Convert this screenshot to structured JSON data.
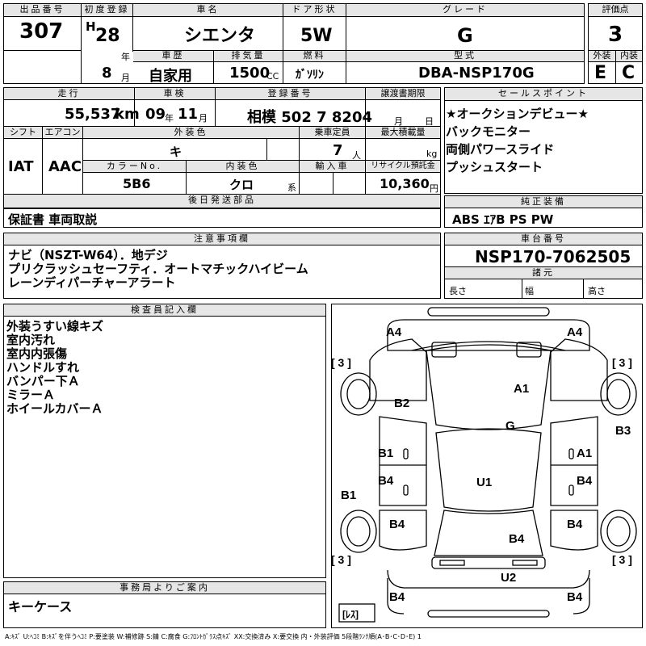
{
  "top": {
    "lot_label": "出品番号",
    "lot": "307",
    "first_reg_label": "初度登録",
    "era": "H",
    "year": "28",
    "year_unit": "年",
    "month": "8",
    "month_unit": "月",
    "car_name_label": "車名",
    "car_name": "シエンタ",
    "door_label": "ドア形状",
    "door": "5W",
    "grade_label": "グレード",
    "grade": "G",
    "score_label": "評価点",
    "score": "3",
    "history_label": "車歴",
    "history": "自家用",
    "displacement_label": "排気量",
    "displacement": "1500",
    "displacement_unit": "CC",
    "fuel_label": "燃料",
    "fuel": "ｶﾞｿﾘﾝ",
    "model_label": "型式",
    "model": "DBA-NSP170G",
    "exterior_label": "外装",
    "exterior": "E",
    "interior_label": "内装",
    "interior": "C"
  },
  "mid": {
    "mileage_label": "走行",
    "mileage": "55,537",
    "mileage_unit": "km",
    "inspection_label": "車検",
    "insp_year": "09",
    "insp_year_unit": "年",
    "insp_month": "11",
    "insp_month_unit": "月",
    "reg_no_label": "登録番号",
    "reg_no": "相模 502 7 8204",
    "transfer_label": "譲渡書期限",
    "transfer_month_unit": "月",
    "transfer_day_unit": "日",
    "shift_label": "シフト",
    "shift": "IAT",
    "ac_label": "エアコン",
    "ac": "AAC",
    "ext_color_label": "外装色",
    "ext_color": "キ",
    "capacity_label": "乗車定員",
    "capacity": "7",
    "capacity_unit": "人",
    "max_load_label": "最大積載量",
    "max_load_unit": "kg",
    "color_no_label": "カラーNo.",
    "color_no": "5B6",
    "int_color_label": "内装色",
    "int_color": "クロ",
    "int_color_unit": "系",
    "import_label": "輸入車",
    "recycle_label": "リサイクル預託金",
    "recycle": "10,360",
    "recycle_unit": "円",
    "later_parts_label": "後日発送部品",
    "later_parts": "保証書 車両取説"
  },
  "sales_points": {
    "label": "セールスポイント",
    "items": [
      "★オークションデビュー★",
      "バックモニター",
      "両側パワースライド",
      "プッシュスタート"
    ]
  },
  "equipment": {
    "label": "純正装備",
    "value": "ABS ｴｱB PS PW"
  },
  "notes": {
    "label": "注意事項欄",
    "lines": [
      "ナビ（NSZT-W64）．地デジ",
      "プリクラッシュセーフティ．オートマチックハイビーム",
      "レーンディパーチャーアラート"
    ]
  },
  "chassis": {
    "label": "車台番号",
    "value": "NSP170-7062505",
    "dims_label": "諸元",
    "length_label": "長さ",
    "width_label": "幅",
    "height_label": "高さ"
  },
  "inspector": {
    "label": "検査員記入欄",
    "lines": [
      "外装うすい線キズ",
      "室内汚れ",
      "室内内張傷",
      "ハンドルすれ",
      "バンパー下Ａ",
      "ミラーＡ",
      "ホイールカバーＡ"
    ]
  },
  "office": {
    "label": "事務局よりご案内",
    "value": "キーケース"
  },
  "legend": "A:ｷｽﾞ U:ﾍｺﾐ B:ｷｽﾞを伴うﾍｺﾐ P:要塗装 W:補修跡 S:錆 C:腐食 G:ﾌﾛﾝﾄｶﾞﾗｽ点ｷｽﾞ XX:交換済み X:要交換 内・外装評価 5段階ﾗﾝｸ順(A･B･C･D･E) 1",
  "diagram": {
    "a4_left": "A4",
    "a4_right": "A4",
    "tire_fl": "[ 3 ]",
    "tire_fr": "[ 3 ]",
    "a1_hood": "A1",
    "b2": "B2",
    "g": "G",
    "b3": "B3",
    "b1_left": "B1",
    "a1_right": "A1",
    "b4_left_mid": "B4",
    "u1": "U1",
    "b4_right_mid": "B4",
    "b1_low": "B1",
    "b4_left_low": "B4",
    "b4_rear_roof": "B4",
    "b4_right_low": "B4",
    "tire_rl": "[ 3 ]",
    "tire_rr": "[ 3 ]",
    "u2": "U2",
    "b4_left_bottom": "B4",
    "b4_right_bottom": "B4",
    "spare": "[ﾚｽ]"
  }
}
